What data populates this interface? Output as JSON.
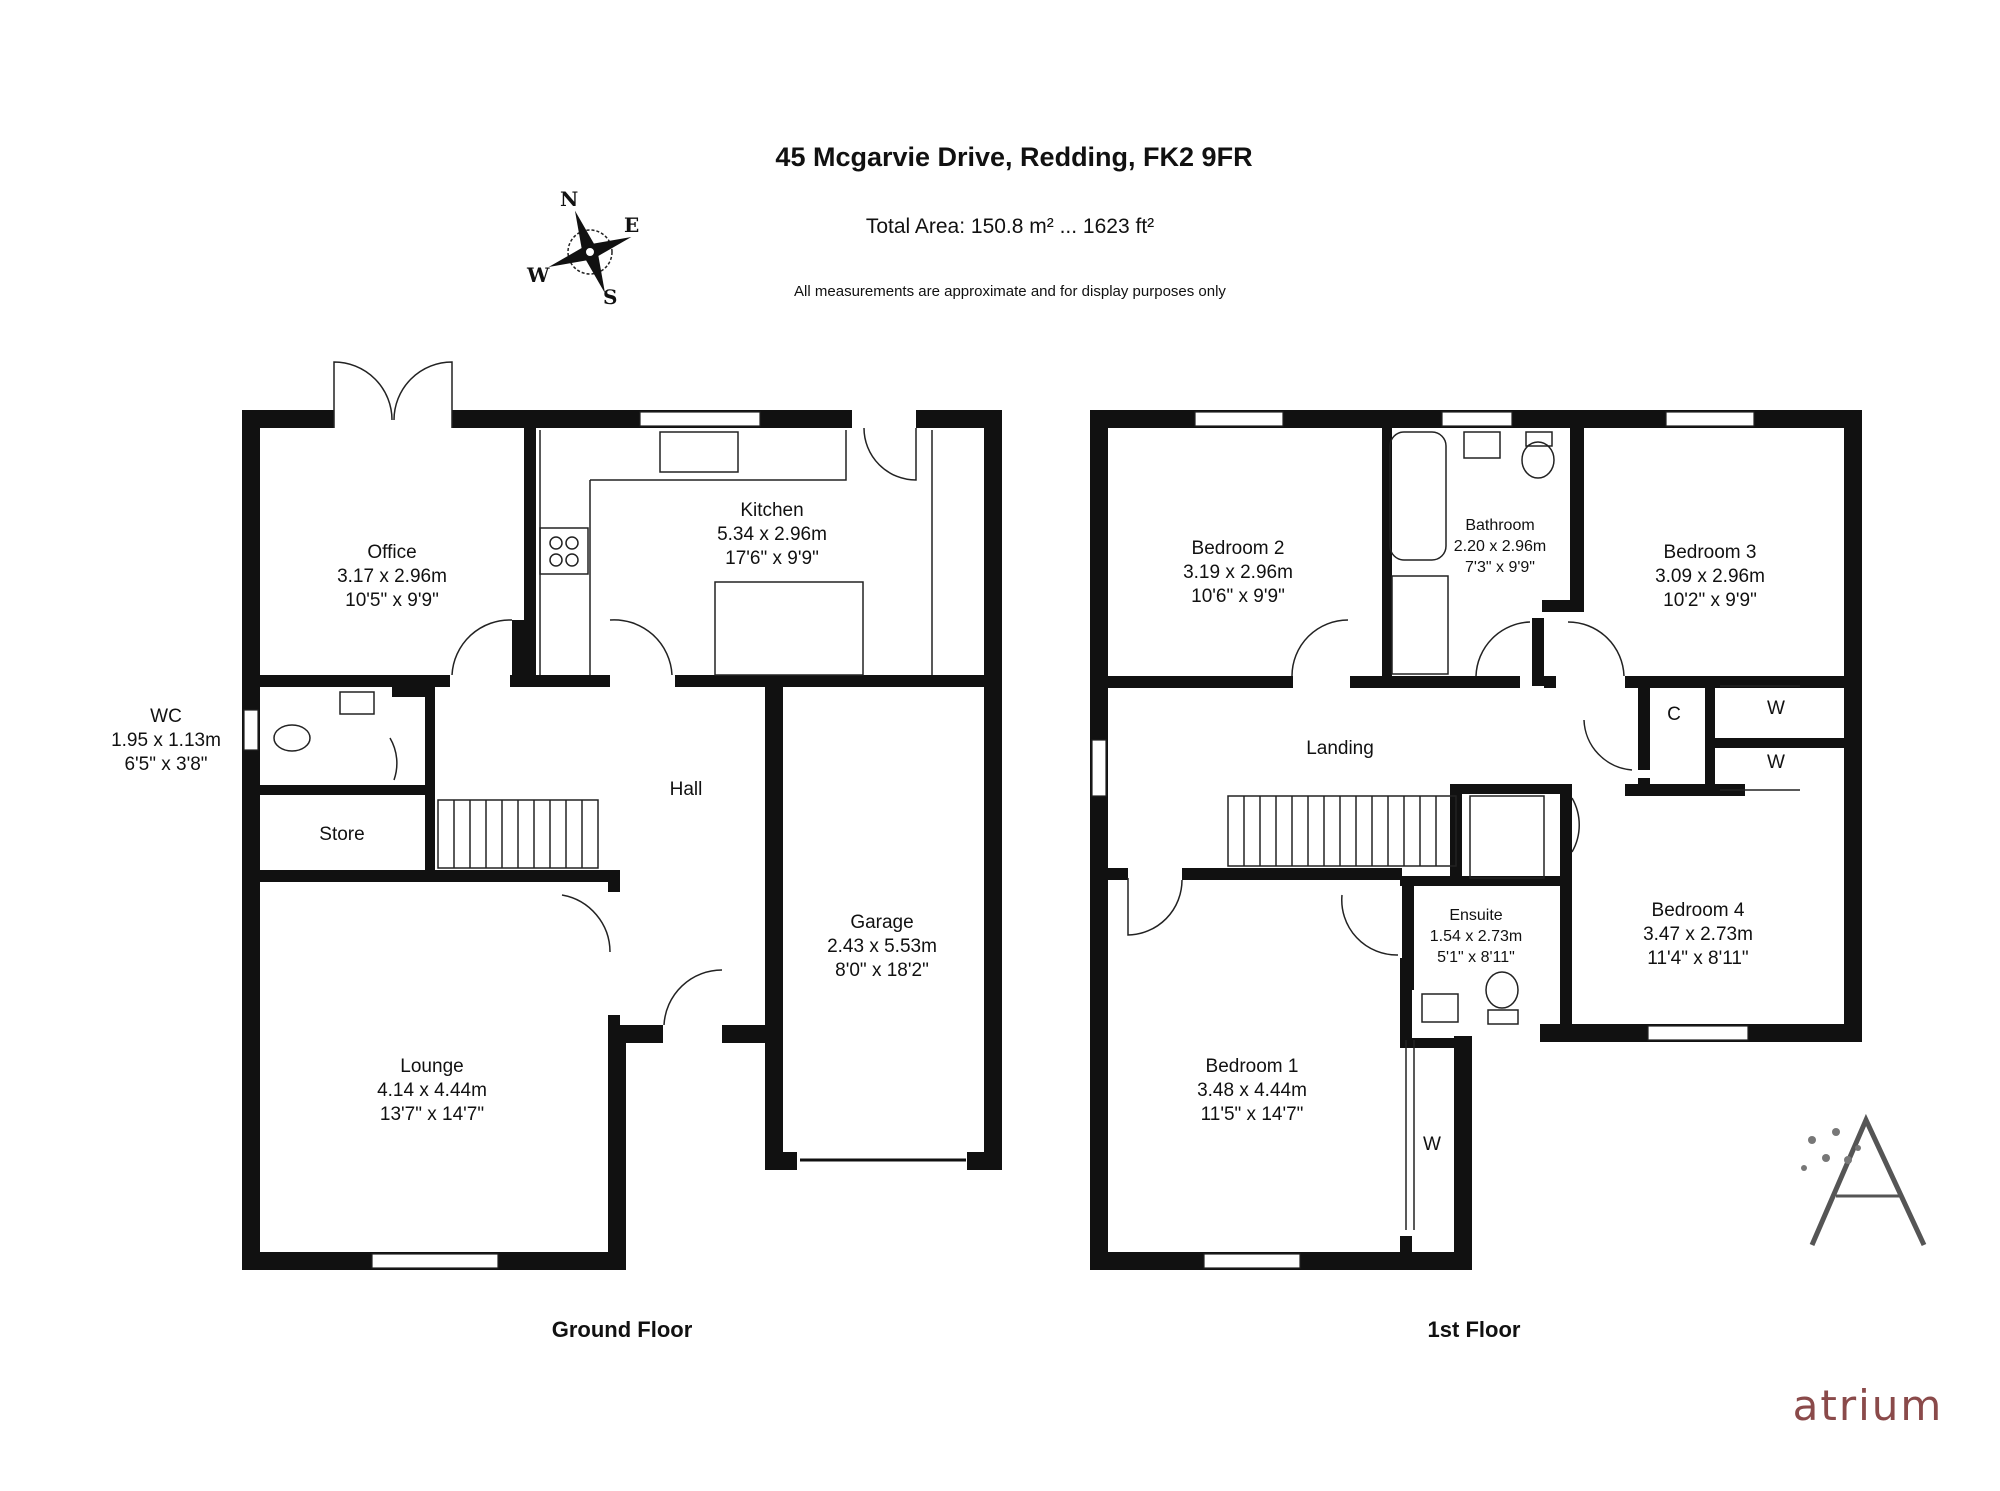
{
  "header": {
    "address": "45 Mcgarvie Drive, Redding, FK2 9FR",
    "total_area": "Total Area: 150.8 m² ... 1623 ft²",
    "disclaimer": "All measurements are approximate and for display purposes only"
  },
  "compass": {
    "n": "N",
    "e": "E",
    "s": "S",
    "w": "W"
  },
  "ground_floor": {
    "label": "Ground Floor",
    "rooms": {
      "office": {
        "name": "Office",
        "metric": "3.17 x 2.96m",
        "imperial": "10'5\" x 9'9\""
      },
      "kitchen": {
        "name": "Kitchen",
        "metric": "5.34 x 2.96m",
        "imperial": "17'6\" x 9'9\""
      },
      "wc": {
        "name": "WC",
        "metric": "1.95 x 1.13m",
        "imperial": "6'5\" x 3'8\""
      },
      "store": {
        "name": "Store"
      },
      "hall": {
        "name": "Hall"
      },
      "garage": {
        "name": "Garage",
        "metric": "2.43 x 5.53m",
        "imperial": "8'0\" x 18'2\""
      },
      "lounge": {
        "name": "Lounge",
        "metric": "4.14 x 4.44m",
        "imperial": "13'7\" x 14'7\""
      }
    }
  },
  "first_floor": {
    "label": "1st Floor",
    "rooms": {
      "bedroom2": {
        "name": "Bedroom 2",
        "metric": "3.19 x 2.96m",
        "imperial": "10'6\" x 9'9\""
      },
      "bathroom": {
        "name": "Bathroom",
        "metric": "2.20 x 2.96m",
        "imperial": "7'3\" x 9'9\""
      },
      "bedroom3": {
        "name": "Bedroom 3",
        "metric": "3.09 x 2.96m",
        "imperial": "10'2\" x 9'9\""
      },
      "landing": {
        "name": "Landing"
      },
      "cupboard": {
        "name": "C"
      },
      "wardrobe_b3": {
        "name": "W"
      },
      "wardrobe_b4": {
        "name": "W"
      },
      "ensuite": {
        "name": "Ensuite",
        "metric": "1.54 x 2.73m",
        "imperial": "5'1\" x 8'11\""
      },
      "bedroom4": {
        "name": "Bedroom 4",
        "metric": "3.47 x 2.73m",
        "imperial": "11'4\" x 8'11\""
      },
      "bedroom1": {
        "name": "Bedroom 1",
        "metric": "3.48 x 4.44m",
        "imperial": "11'5\" x 14'7\""
      },
      "wardrobe_b1": {
        "name": "W"
      }
    }
  },
  "brand": {
    "logo_letter": "A",
    "name": "atrium",
    "color": "#8a4a4a"
  }
}
